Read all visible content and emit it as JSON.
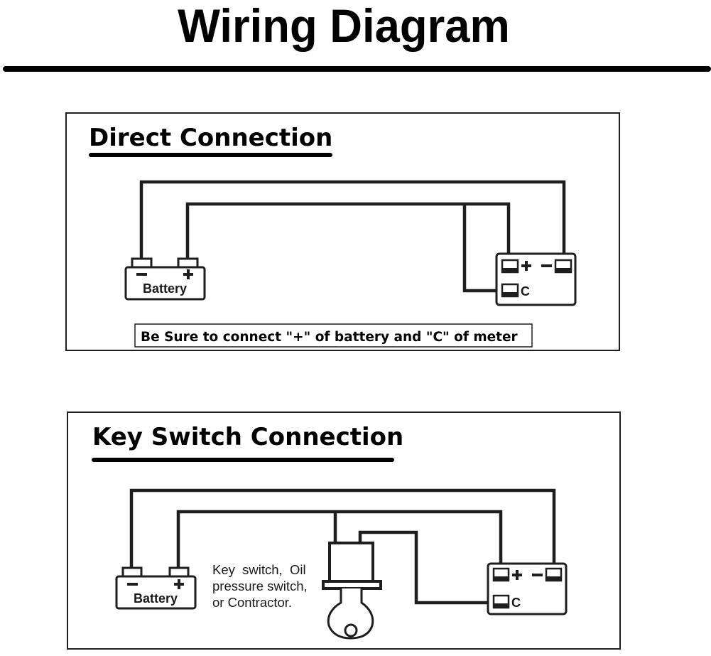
{
  "header": {
    "title": "Wiring Diagram"
  },
  "colors": {
    "ink": "#000000",
    "wire": "#1e1e1e",
    "background": "#ffffff"
  },
  "sections": {
    "direct": {
      "title": "Direct Connection",
      "battery": {
        "label": "Battery",
        "negative_symbol": "−",
        "positive_symbol": "+"
      },
      "meter": {
        "plus_symbol": "+",
        "minus_symbol": "−",
        "c_label": "C"
      },
      "note": "Be Sure to connect \"+\" of battery and \"C\" of meter"
    },
    "key_switch": {
      "title": "Key Switch Connection",
      "battery": {
        "label": "Battery",
        "negative_symbol": "−",
        "positive_symbol": "+"
      },
      "meter": {
        "plus_symbol": "+",
        "minus_symbol": "−",
        "c_label": "C"
      },
      "switch_caption": {
        "line1": "Key  switch,  Oil",
        "line2": "pressure switch,",
        "line3": "or Contractor."
      },
      "switch_icon": "key-switch-icon"
    }
  }
}
